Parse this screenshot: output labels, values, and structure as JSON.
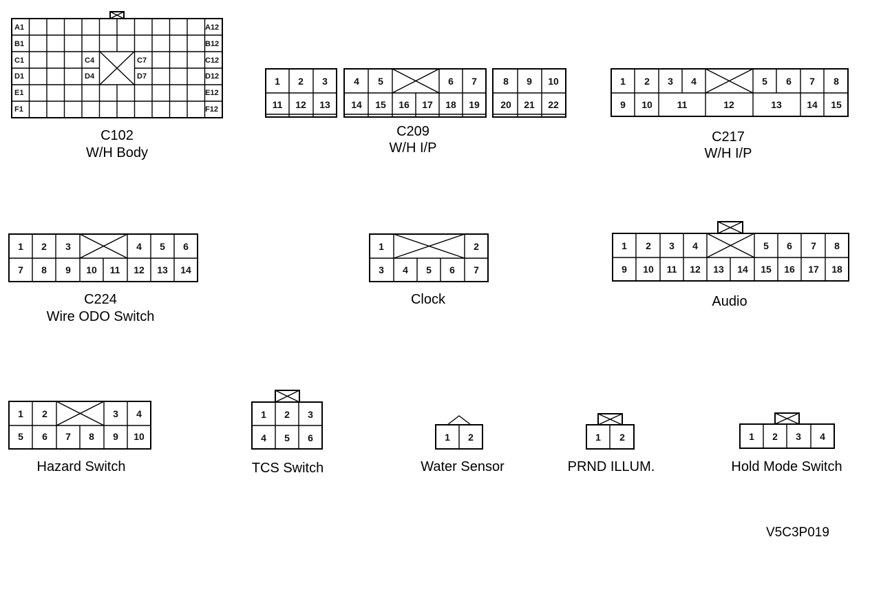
{
  "connectors": {
    "c102": {
      "caption": "C102",
      "subtitle": "W/H Body",
      "pins": [
        "A1",
        "B1",
        "C1",
        "D1",
        "E1",
        "F1",
        "A12",
        "B12",
        "C12",
        "D12",
        "E12",
        "F12",
        "C4",
        "D4",
        "C7",
        "D7"
      ]
    },
    "c209": {
      "caption": "C209",
      "subtitle": "W/H I/P",
      "pins": [
        "1",
        "2",
        "3",
        "11",
        "12",
        "13",
        "4",
        "5",
        "6",
        "7",
        "14",
        "15",
        "16",
        "17",
        "18",
        "19",
        "8",
        "9",
        "10",
        "20",
        "21",
        "22"
      ]
    },
    "c217": {
      "caption": "C217",
      "subtitle": "W/H I/P",
      "pins": [
        "1",
        "2",
        "3",
        "4",
        "5",
        "6",
        "7",
        "8",
        "9",
        "10",
        "11",
        "12",
        "13",
        "14",
        "15"
      ]
    },
    "c224": {
      "caption": "C224",
      "subtitle": "Wire ODO Switch",
      "pins": [
        "1",
        "2",
        "3",
        "4",
        "5",
        "6",
        "7",
        "8",
        "9",
        "10",
        "11",
        "12",
        "13",
        "14"
      ]
    },
    "clock": {
      "caption": "Clock",
      "pins": [
        "1",
        "2",
        "3",
        "4",
        "5",
        "6",
        "7"
      ]
    },
    "audio": {
      "caption": "Audio",
      "pins": [
        "1",
        "2",
        "3",
        "4",
        "5",
        "6",
        "7",
        "8",
        "9",
        "10",
        "11",
        "12",
        "13",
        "14",
        "15",
        "16",
        "17",
        "18"
      ]
    },
    "hazard": {
      "caption": "Hazard Switch",
      "pins": [
        "1",
        "2",
        "3",
        "4",
        "5",
        "6",
        "7",
        "8",
        "9",
        "10"
      ]
    },
    "tcs": {
      "caption": "TCS Switch",
      "pins": [
        "1",
        "2",
        "3",
        "4",
        "5",
        "6"
      ]
    },
    "water": {
      "caption": "Water Sensor",
      "pins": [
        "1",
        "2"
      ]
    },
    "prnd": {
      "caption": "PRND ILLUM.",
      "pins": [
        "1",
        "2"
      ]
    },
    "hold": {
      "caption": "Hold Mode Switch",
      "pins": [
        "1",
        "2",
        "3",
        "4"
      ]
    }
  },
  "reference": "V5C3P019"
}
